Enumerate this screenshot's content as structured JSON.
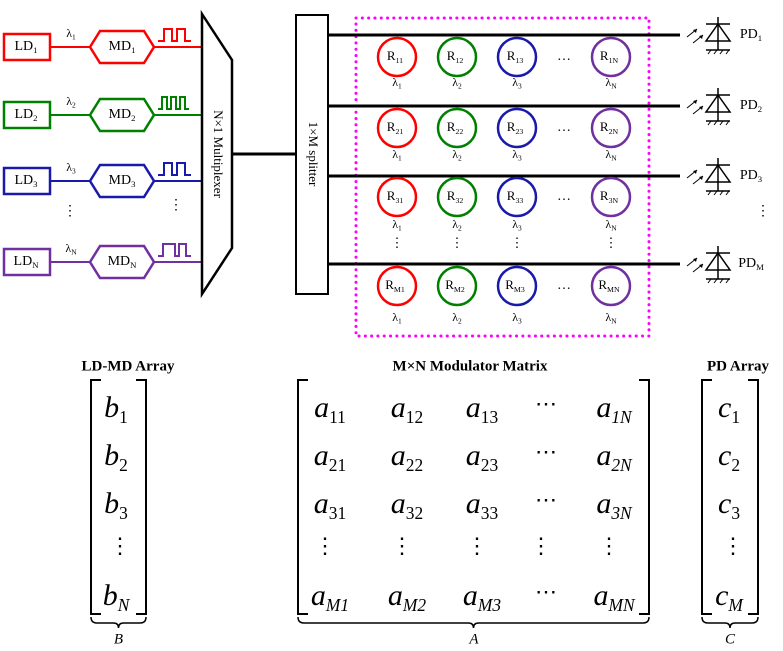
{
  "colors": {
    "ch1": "#ff0000",
    "ch2": "#008000",
    "ch3": "#1a1aaa",
    "chN": "#7030a0",
    "frame": "#ff00ff",
    "line": "#000000"
  },
  "sources": [
    {
      "ld": "LD",
      "ld_sub": "1",
      "md": "MD",
      "md_sub": "1",
      "lambda": "λ",
      "lambda_sub": "1",
      "color_key": "ch1",
      "pulse": "double"
    },
    {
      "ld": "LD",
      "ld_sub": "2",
      "md": "MD",
      "md_sub": "2",
      "lambda": "λ",
      "lambda_sub": "2",
      "color_key": "ch2",
      "pulse": "triple"
    },
    {
      "ld": "LD",
      "ld_sub": "3",
      "md": "MD",
      "md_sub": "3",
      "lambda": "λ",
      "lambda_sub": "3",
      "color_key": "ch3",
      "pulse": "double"
    },
    {
      "ld": "LD",
      "ld_sub": "N",
      "md": "MD",
      "md_sub": "N",
      "lambda": "λ",
      "lambda_sub": "N",
      "color_key": "chN",
      "pulse": "long"
    }
  ],
  "source_ellipsis": "⋮",
  "multiplexer_label": "N×1 Multiplexer",
  "splitter_label": "1×M splitter",
  "ring_rows": [
    {
      "rings": [
        "R₁₁",
        "R₁₂",
        "R₁₃",
        "R₁N"
      ],
      "row_sub": "1"
    },
    {
      "rings": [
        "R₂₁",
        "R₂₂",
        "R₂₃",
        "R₂N"
      ],
      "row_sub": "2"
    },
    {
      "rings": [
        "R₃₁",
        "R₃₂",
        "R₃₃",
        "R₃N"
      ],
      "row_sub": "3"
    },
    {
      "rings": [
        "RM1",
        "RM2",
        "RM3",
        "RMN"
      ],
      "row_sub": "M"
    }
  ],
  "ring_col_subs": [
    "1",
    "2",
    "3",
    "N"
  ],
  "ring_wavelengths": [
    "λ",
    "λ",
    "λ",
    "λ"
  ],
  "ring_ellipsis": "…",
  "photodiodes": [
    {
      "label": "PD",
      "sub": "1"
    },
    {
      "label": "PD",
      "sub": "2"
    },
    {
      "label": "PD",
      "sub": "3"
    },
    {
      "label": "PD",
      "sub": "M"
    }
  ],
  "pd_ellipsis": "⋮",
  "matrices": {
    "b": {
      "heading": "LD-MD Array",
      "entries": [
        {
          "base": "b",
          "sub": "1"
        },
        {
          "base": "b",
          "sub": "2"
        },
        {
          "base": "b",
          "sub": "3"
        },
        {
          "base": "⋮",
          "sub": ""
        },
        {
          "base": "b",
          "sub": "N"
        }
      ],
      "brace_label": "B"
    },
    "a": {
      "heading": "M×N Modulator Matrix",
      "rows": [
        [
          {
            "base": "a",
            "sub": "11"
          },
          {
            "base": "a",
            "sub": "12"
          },
          {
            "base": "a",
            "sub": "13"
          },
          {
            "base": "⋯",
            "sub": ""
          },
          {
            "base": "a",
            "sub": "1N"
          }
        ],
        [
          {
            "base": "a",
            "sub": "21"
          },
          {
            "base": "a",
            "sub": "22"
          },
          {
            "base": "a",
            "sub": "23"
          },
          {
            "base": "⋯",
            "sub": ""
          },
          {
            "base": "a",
            "sub": "2N"
          }
        ],
        [
          {
            "base": "a",
            "sub": "31"
          },
          {
            "base": "a",
            "sub": "32"
          },
          {
            "base": "a",
            "sub": "33"
          },
          {
            "base": "⋯",
            "sub": ""
          },
          {
            "base": "a",
            "sub": "3N"
          }
        ],
        [
          {
            "base": "⋮",
            "sub": ""
          },
          {
            "base": "⋮",
            "sub": ""
          },
          {
            "base": "⋮",
            "sub": ""
          },
          {
            "base": "⋮",
            "sub": ""
          },
          {
            "base": "⋮",
            "sub": ""
          }
        ],
        [
          {
            "base": "a",
            "sub": "M1"
          },
          {
            "base": "a",
            "sub": "M2"
          },
          {
            "base": "a",
            "sub": "M3"
          },
          {
            "base": "⋯",
            "sub": ""
          },
          {
            "base": "a",
            "sub": "MN"
          }
        ]
      ],
      "brace_label": "A"
    },
    "c": {
      "heading": "PD Array",
      "entries": [
        {
          "base": "c",
          "sub": "1"
        },
        {
          "base": "c",
          "sub": "2"
        },
        {
          "base": "c",
          "sub": "3"
        },
        {
          "base": "⋮",
          "sub": ""
        },
        {
          "base": "c",
          "sub": "M"
        }
      ],
      "brace_label": "C"
    }
  }
}
